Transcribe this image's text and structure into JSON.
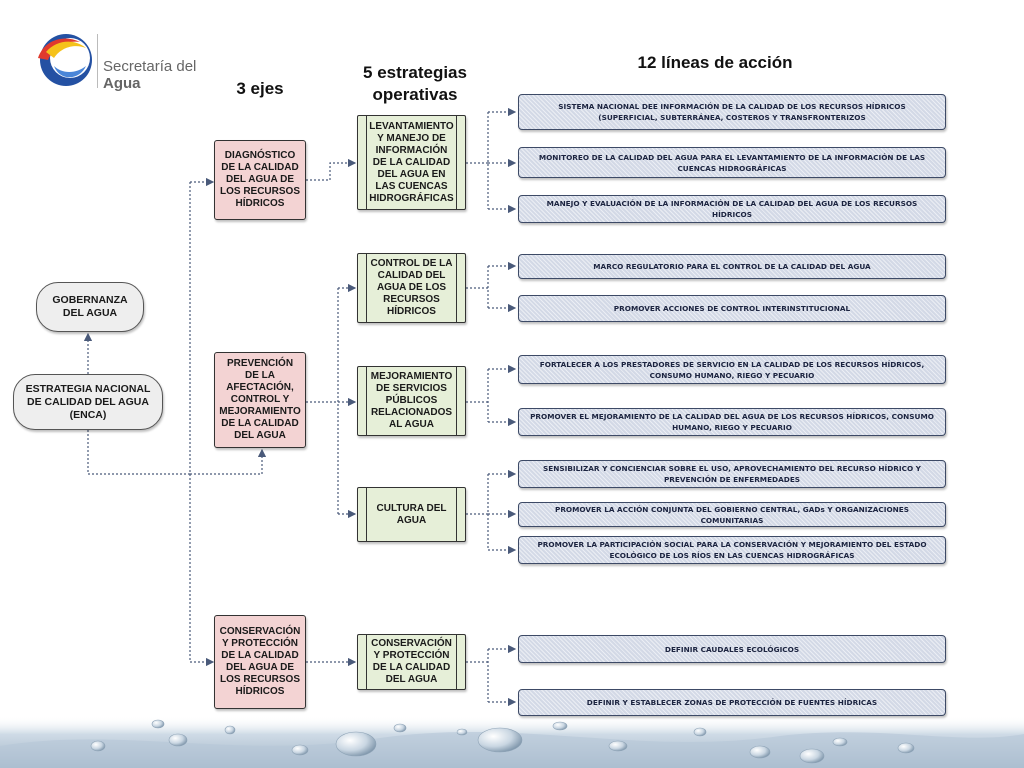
{
  "logo": {
    "line1": "Secretaría del",
    "line2": "Agua"
  },
  "headers": {
    "axes": "3 ejes",
    "strategies": "5 estrategias operativas",
    "lines": "12 líneas de acción"
  },
  "nodes": {
    "gobernanza": "GOBERNANZA DEL AGUA",
    "enca": "ESTRATEGIA NACIONAL DE CALIDAD DEL AGUA (ENCA)",
    "eje1": "DIAGNÓSTICO DE LA CALIDAD DEL AGUA DE LOS RECURSOS HÍDRICOS",
    "eje2": "PREVENCIÓN DE LA AFECTACIÓN, CONTROL Y MEJORAMIENTO DE LA CALIDAD DEL AGUA",
    "eje3": "CONSERVACIÓN Y PROTECCIÓN DE LA CALIDAD DEL AGUA DE LOS RECURSOS HÍDRICOS",
    "est1": "LEVANTAMIENTO Y MANEJO DE INFORMACIÓN DE LA CALIDAD DEL AGUA EN LAS CUENCAS HIDROGRÁFICAS",
    "est2": "CONTROL DE LA CALIDAD DEL AGUA DE LOS RECURSOS HÍDRICOS",
    "est3": "MEJORAMIENTO DE SERVICIOS PÚBLICOS RELACIONADOS AL AGUA",
    "est4": "CULTURA DEL AGUA",
    "est5": "CONSERVACIÓN Y PROTECCIÓN DE LA CALIDAD DEL AGUA"
  },
  "lines": [
    "SISTEMA NACIONAL DEE INFORMACIÓN DE LA CALIDAD DE LOS RECURSOS HÍDRICOS (SUPERFICIAL, SUBTERRÁNEA, COSTEROS Y TRANSFRONTERIZOS",
    "MONITOREO DE LA CALIDAD DEL AGUA PARA EL LEVANTAMIENTO DE LA INFORMACIÓN DE LAS CUENCAS HIDROGRÁFICAS",
    "MANEJO Y EVALUACIÓN DE LA INFORMACIÓN DE LA CALIDAD DEL AGUA DE LOS RECURSOS HÍDRICOS",
    "MARCO REGULATORIO PARA EL CONTROL DE LA CALIDAD DEL AGUA",
    "PROMOVER ACCIONES DE CONTROL INTERINSTITUCIONAL",
    "FORTALECER A LOS PRESTADORES DE SERVICIO EN LA CALIDAD DE LOS RECURSOS HÍDRICOS, CONSUMO HUMANO, RIEGO Y PECUARIO",
    "PROMOVER EL MEJORAMIENTO DE LA CALIDAD DEL AGUA DE LOS RECURSOS HÍDRICOS, CONSUMO HUMANO, RIEGO Y PECUARIO",
    "SENSIBILIZAR Y CONCIENCIAR SOBRE EL USO, APROVECHAMIENTO DEL RECURSO HÍDRICO Y PREVENCIÓN DE ENFERMEDADES",
    "PROMOVER LA ACCIÓN CONJUNTA DEL GOBIERNO CENTRAL, GADs Y ORGANIZACIONES COMUNITARIAS",
    "PROMOVER LA PARTICIPACIÓN SOCIAL PARA LA CONSERVACIÓN Y MEJORAMIENTO DEL ESTADO ECOLÓGICO DE LOS RÍOS EN LAS CUENCAS HIDROGRÁFICAS",
    "DEFINIR CAUDALES ECOLÓGICOS",
    "DEFINIR Y ESTABLECER ZONAS DE PROTECCIÓN DE FUENTES HÍDRICAS"
  ]
}
